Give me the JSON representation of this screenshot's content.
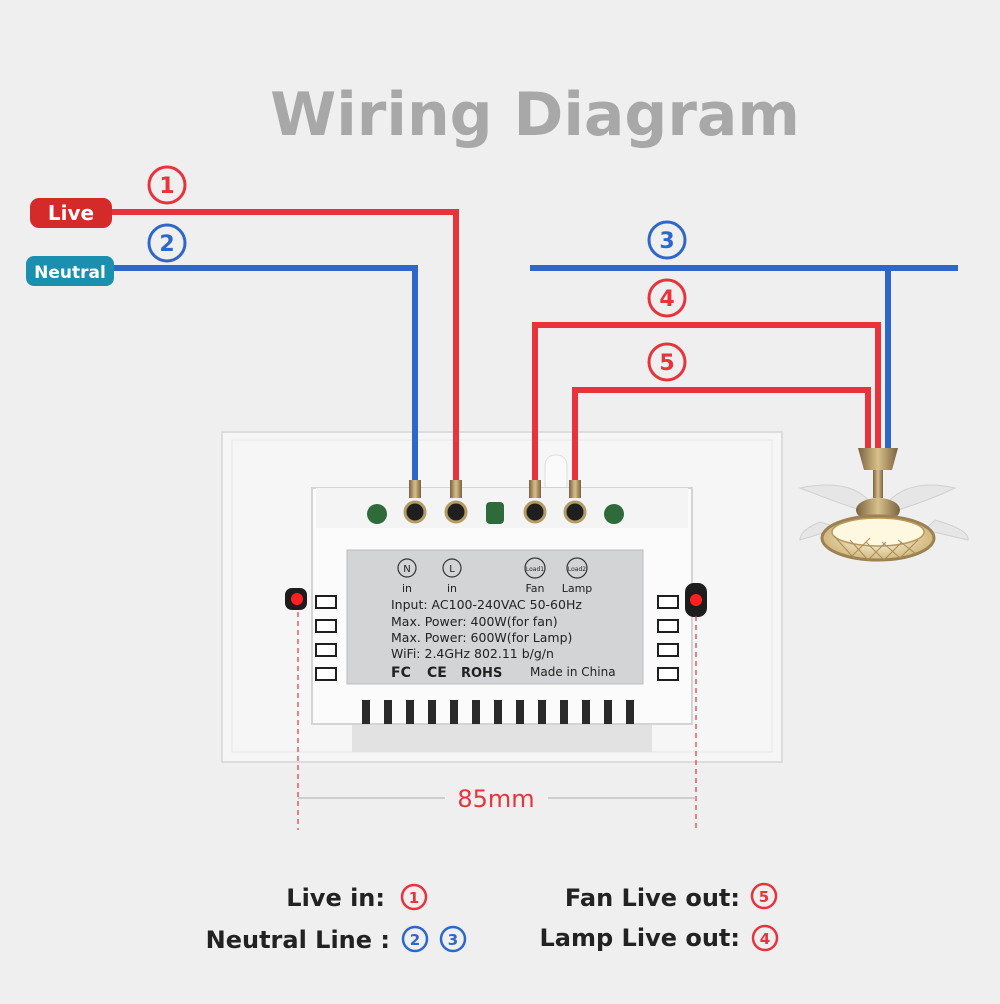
{
  "title": "Wiring Diagram",
  "inputs": {
    "live_label": "Live",
    "neutral_label": "Neutral"
  },
  "markers": {
    "m1": "1",
    "m2": "2",
    "m3": "3",
    "m4": "4",
    "m5": "5"
  },
  "terminals": {
    "n_symbol": "N",
    "n_label": "in",
    "l_symbol": "L",
    "l_label": "in",
    "load1_symbol": "Load1",
    "load1_label": "Fan",
    "load2_symbol": "Load2",
    "load2_label": "Lamp"
  },
  "spec_label": {
    "lines": [
      "Input: AC100-240VAC 50-60Hz",
      "Max. Power: 400W(for fan)",
      "Max. Power: 600W(for Lamp)",
      "WiFi: 2.4GHz 802.11 b/g/n"
    ],
    "cert_fc": "FC",
    "cert_ce": "CE",
    "cert_rohs": "ROHS",
    "made_in": "Made in China"
  },
  "dimension": "85mm",
  "legend": {
    "live_in": "Live in:",
    "neutral_line": "Neutral Line :",
    "fan_live_out": "Fan Live out:",
    "lamp_live_out": "Lamp Live out:"
  },
  "colors": {
    "live": "#e8333c",
    "neutral": "#2e67c9",
    "title": "#a8a8a8",
    "background": "#efefef"
  }
}
